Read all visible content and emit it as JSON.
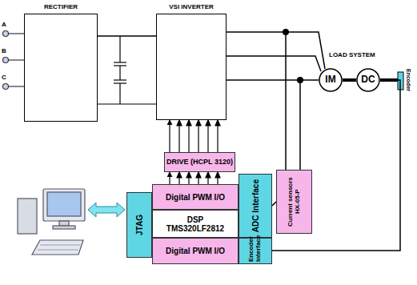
{
  "diagram": {
    "nodes": [
      {
        "text": [
          "RECTIFIER"
        ]
      },
      {
        "text": [
          "VSI INVERTER"
        ]
      },
      {
        "text": [
          "IM"
        ]
      },
      {
        "text": [
          "DC"
        ]
      },
      {
        "text": [
          "DRIVE (HCPL 3120)"
        ]
      },
      {
        "text": [
          "Digital PWM I/O"
        ]
      },
      {
        "text": [
          "DSP",
          "TMS320LF2812"
        ]
      },
      {
        "text": [
          "Digital PWM I/O"
        ]
      },
      {
        "text": [
          "ADC Interface"
        ]
      },
      {
        "text": [
          "Encoder Interface"
        ]
      },
      {
        "text": [
          "JTAG"
        ]
      },
      {
        "text": [
          "Current sensors HX-05-P"
        ]
      }
    ],
    "edges": [
      {
        "from": 0,
        "to": 1,
        "arrow": "none"
      },
      {
        "from": 1,
        "to": 2,
        "arrow": "none"
      },
      {
        "from": 2,
        "to": 3,
        "arrow": "none"
      },
      {
        "from": 4,
        "to": 1,
        "arrow": "to"
      },
      {
        "from": 5,
        "to": 4,
        "arrow": "to"
      },
      {
        "from": 11,
        "to": 8,
        "arrow": "none"
      },
      {
        "from": 3,
        "to": 9,
        "arrow": "none"
      },
      {
        "from": 1,
        "to": 11,
        "arrow": "none"
      }
    ],
    "labels": [
      "A",
      "B",
      "C",
      "LOAD SYSTEM",
      "Encoder"
    ]
  }
}
